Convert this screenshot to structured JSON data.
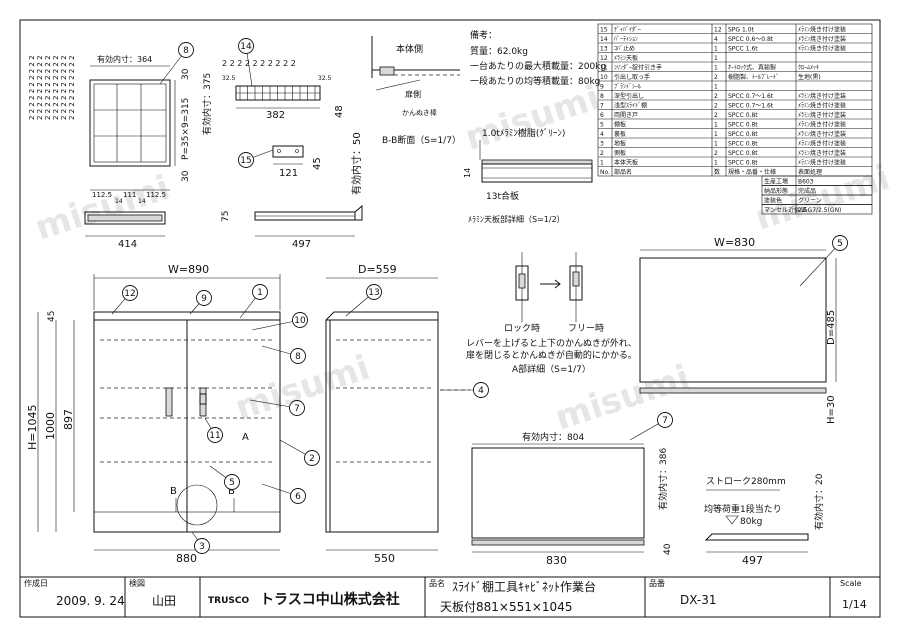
{
  "watermark": "misumi",
  "bom": {
    "rows": [
      {
        "no": "15",
        "name": "ﾃﾞｨﾊﾞｲﾀﾞｰ",
        "qty": "12",
        "spec": "SPG 1.0t",
        "finish": "ﾒﾗﾐﾝ焼き付け塗装"
      },
      {
        "no": "14",
        "name": "ﾊﾟｰﾃｨｼｮﾝ",
        "qty": "4",
        "spec": "SPCC 0.6～0.8t",
        "finish": "ﾒﾗﾐﾝ焼き付け塗装"
      },
      {
        "no": "13",
        "name": "ｺﾊﾞ止め",
        "qty": "1",
        "spec": "SPCC 1.6t",
        "finish": "ﾒﾗﾐﾝ焼き付け塗装"
      },
      {
        "no": "12",
        "name": "ﾒﾗﾐﾝ天板",
        "qty": "1",
        "spec": "",
        "finish": ""
      },
      {
        "no": "11",
        "name": "ｼﾘﾝﾀﾞｰ錠付引き手",
        "qty": "1",
        "spec": "ｵｰﾄﾛｯｸ式、真鍮製",
        "finish": "ｸﾛｰﾑﾒｯｷ"
      },
      {
        "no": "10",
        "name": "引出し取っ手",
        "qty": "2",
        "spec": "樹脂製、ﾄｰﾙﾌﾞﾚｰﾄﾞ",
        "finish": "生地(黒)"
      },
      {
        "no": "9",
        "name": "ﾌﾞﾗﾝﾄﾞｼｰﾙ",
        "qty": "1",
        "spec": "",
        "finish": ""
      },
      {
        "no": "8",
        "name": "深型引出し",
        "qty": "2",
        "spec": "SPCC 0.7～1.6t",
        "finish": "ﾒﾗﾐﾝ焼き付け塗装"
      },
      {
        "no": "7",
        "name": "浅型ｽﾗｲﾄﾞ棚",
        "qty": "2",
        "spec": "SPCC 0.7～1.6t",
        "finish": "ﾒﾗﾐﾝ焼き付け塗装"
      },
      {
        "no": "6",
        "name": "両開き戸",
        "qty": "2",
        "spec": "SPCC 0.8t",
        "finish": "ﾒﾗﾐﾝ焼き付け塗装"
      },
      {
        "no": "5",
        "name": "棚板",
        "qty": "1",
        "spec": "SPCC 0.8t",
        "finish": "ﾒﾗﾐﾝ焼き付け塗装"
      },
      {
        "no": "4",
        "name": "裏板",
        "qty": "1",
        "spec": "SPCC 0.8t",
        "finish": "ﾒﾗﾐﾝ焼き付け塗装"
      },
      {
        "no": "3",
        "name": "地板",
        "qty": "1",
        "spec": "SPCC 0.8t",
        "finish": "ﾒﾗﾐﾝ焼き付け塗装"
      },
      {
        "no": "2",
        "name": "側板",
        "qty": "2",
        "spec": "SPCC 0.8t",
        "finish": "ﾒﾗﾐﾝ焼き付け塗装"
      },
      {
        "no": "1",
        "name": "本体天板",
        "qty": "1",
        "spec": "SPCC 0.8t",
        "finish": "ﾒﾗﾐﾝ焼き付け塗装"
      }
    ],
    "header": {
      "no": "No.",
      "name": "部品名",
      "qty": "数",
      "spec": "規格・品番・仕様",
      "finish": "表面処理"
    },
    "info": [
      {
        "label": "生産工場",
        "value": "B603"
      },
      {
        "label": "納品形態",
        "value": "完成品"
      },
      {
        "label": "塗装色",
        "value": "グリーン"
      },
      {
        "label": "マンセル近似値",
        "value": "2.5G7/2.5(GN)"
      }
    ]
  },
  "notes": {
    "title": "備考：",
    "weight": "質量：62.0kg",
    "max_load": "一台あたりの最大積載量：200kg",
    "shelf_load": "一段あたりの均等積載量：80kg"
  },
  "labels": {
    "drawer_eff_width": "有効内寸：364",
    "drawer_eff_depth": "有効内寸：375",
    "pitch": "P=35×9=315",
    "dim_30a": "30",
    "dim_30b": "30",
    "div_row": "2 2 2 2 2 2 2 2 2 2",
    "d_112a": "112.5",
    "d_111": "111",
    "d_112b": "112.5",
    "d_14a": "14",
    "d_14b": "14",
    "d_414": "414",
    "d_382": "382",
    "d_48": "48",
    "d_325a": "32.5",
    "d_325b": "32.5",
    "d_121": "121",
    "d_45a": "45",
    "eff_50": "有効内寸：50",
    "d_75": "75",
    "d_497a": "497",
    "hontai": "本体側",
    "tobira": "扉側",
    "kannuki": "かんぬき棒",
    "bb": "B-B断面（S=1/7）",
    "melamine_resin": "1.0tﾒﾗﾐﾝ樹脂(ｸﾞﾘｰﾝ)",
    "d_14c": "14",
    "plywood": "13t合板",
    "melamine_detail": "ﾒﾗﾐﾝ天板部詳細（S=1/2）",
    "lock": "ロック時",
    "free": "フリー時",
    "lever_note1": "レバーを上げると上下のかんぬきが外れ、",
    "lever_note2": "扉を閉じるとかんぬきが自動的にかかる。",
    "a_detail": "A部詳細（S=1/7）",
    "w890": "W=890",
    "d559": "D=559",
    "h1045": "H=1045",
    "d1000": "1000",
    "d897": "897",
    "d45b": "45",
    "d880": "880",
    "d550": "550",
    "w830": "W=830",
    "d485": "D=485",
    "h30": "H=30",
    "eff_804": "有効内寸：804",
    "eff_386": "有効内寸：386",
    "d830": "830",
    "d40": "40",
    "stroke": "ストローク280mm",
    "eff_20": "有効内寸：20",
    "eq_load": "均等荷重1段当たり",
    "load_80": "80kg",
    "d_497b": "497",
    "a_mark": "A",
    "b_mark1": "B",
    "b_mark2": "B"
  },
  "balloons": [
    "1",
    "2",
    "3",
    "4",
    "5",
    "6",
    "7",
    "8",
    "9",
    "10",
    "11",
    "12",
    "13",
    "14",
    "15"
  ],
  "titleblock": {
    "created_label": "作成日",
    "created": "2009. 9. 24",
    "check_label": "検図",
    "checker": "山田",
    "brand": "TRUSCO",
    "company": "トラスコ中山株式会社",
    "name_label": "品名",
    "name1": "ｽﾗｲﾄﾞ棚工具ｷｬﾋﾞﾈｯﾄ作業台",
    "name2": "天板付881×551×1045",
    "num_label": "品番",
    "num": "DX-31",
    "scale_label": "Scale",
    "scale": "1/14"
  }
}
